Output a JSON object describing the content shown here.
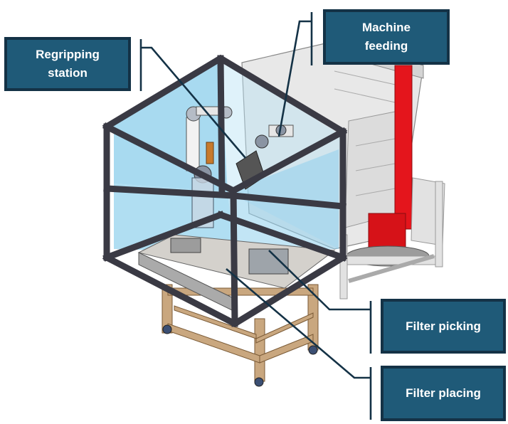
{
  "callouts": {
    "regripping_station": "Regripping\nstation",
    "machine_feeding": "Machine\nfeeding",
    "filter_picking": "Filter picking",
    "filter_placing": "Filter placing"
  },
  "colors": {
    "callout_fill": "#1f5a78",
    "callout_border": "#143246",
    "frame": "#3a3a44",
    "glass": "#8fd0ec",
    "machine_body": "#e6e6e6",
    "red_column": "#e4151c",
    "wood_stand": "#c9a77f"
  }
}
